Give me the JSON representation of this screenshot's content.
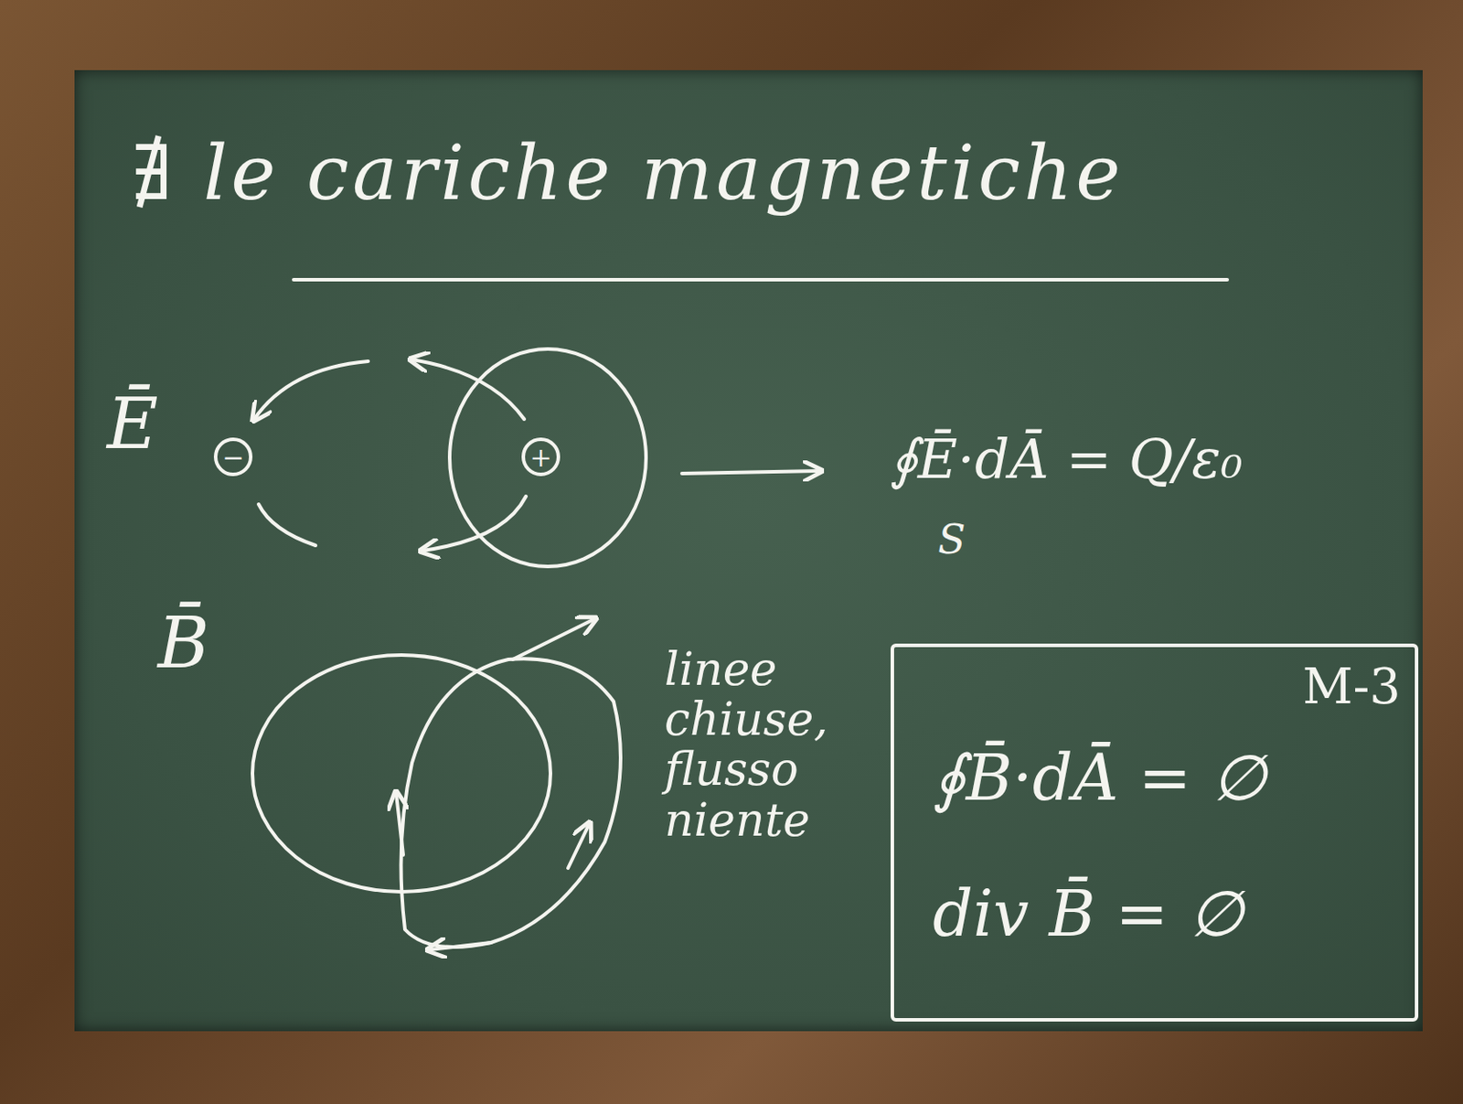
{
  "diagram": {
    "title": "∄ le cariche magnetiche",
    "nodes": [
      {
        "text": [
          "M-3",
          "∮B̄·dĀ = ∅",
          "div B̄ = ∅"
        ]
      }
    ],
    "labels": [
      "Ē",
      "−",
      "+",
      "∮Ē·dĀ = Q/ε₀",
      "S",
      "B̄",
      "linee chiuse, flusso niente"
    ]
  }
}
